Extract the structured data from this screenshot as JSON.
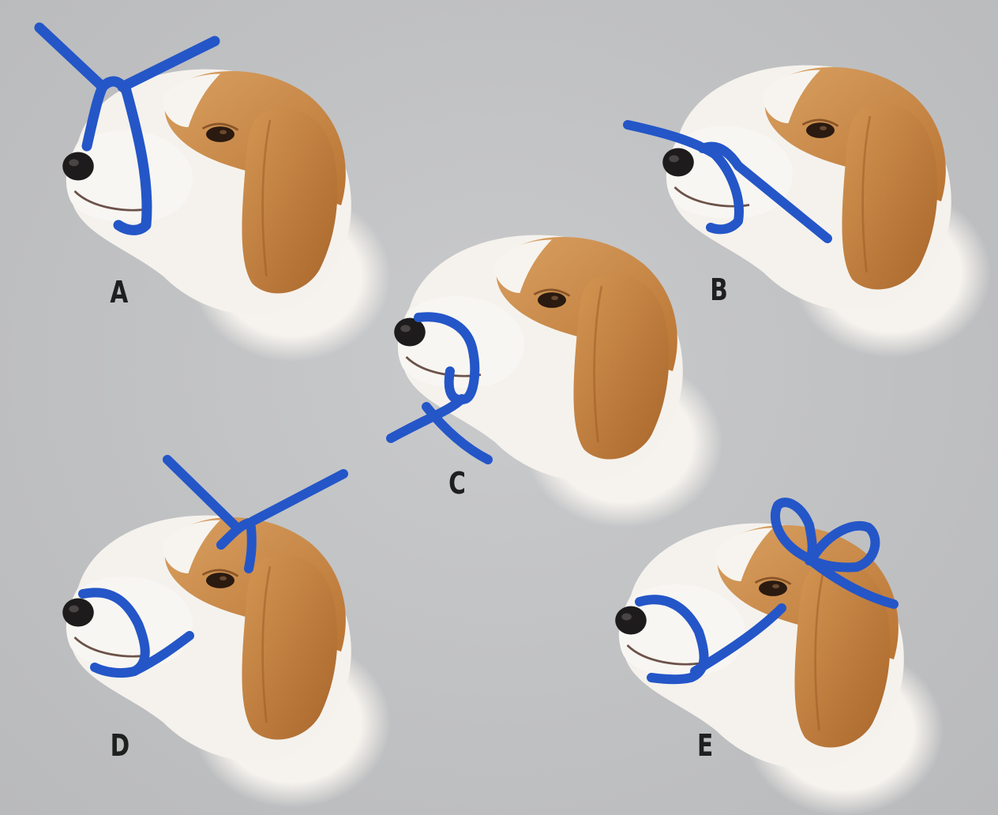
{
  "steps": [
    {
      "id": "A",
      "label": "A"
    },
    {
      "id": "B",
      "label": "B"
    },
    {
      "id": "C",
      "label": "C"
    },
    {
      "id": "D",
      "label": "D"
    },
    {
      "id": "E",
      "label": "E"
    }
  ],
  "colors": {
    "background": "#c0c1c3",
    "strap": "#2456c8",
    "fur_tan": "#c98843",
    "fur_white": "#f4f1ec",
    "nose": "#1c1c1c"
  }
}
